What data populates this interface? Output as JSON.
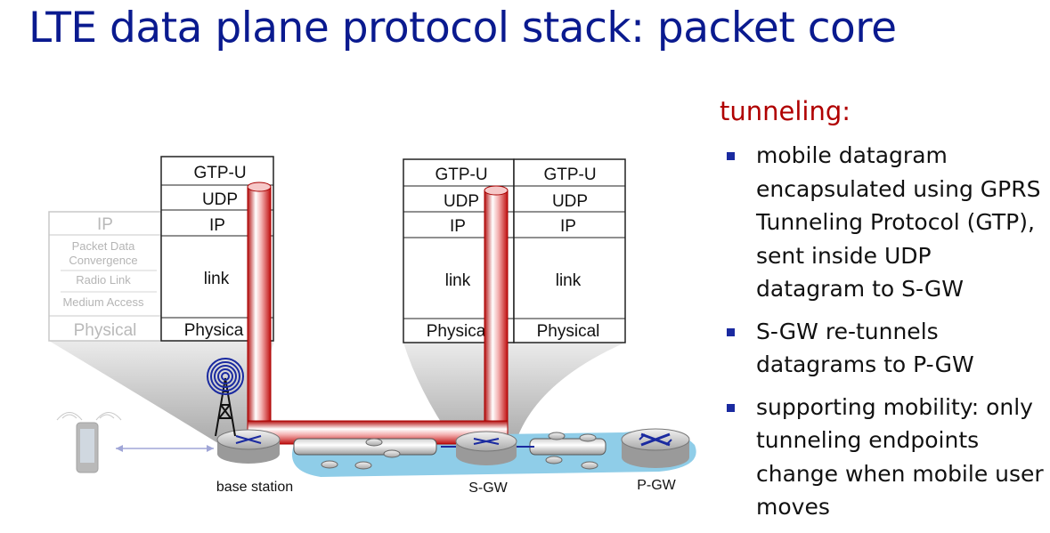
{
  "title": "LTE data plane protocol stack:  packet core",
  "sidebar": {
    "heading": "tunneling:",
    "bullets": [
      "mobile datagram encapsulated using GPRS Tunneling Protocol (GTP), sent inside UDP datagram to S-GW",
      "S-GW re-tunnels datagrams to P-GW",
      "supporting mobility: only tunneling endpoints change when mobile user moves"
    ]
  },
  "ghost_stack": {
    "ip": "IP",
    "pdc": "Packet Data\nConvergence",
    "pdc_line1": "Packet Data",
    "pdc_line2": "Convergence",
    "radio_link": "Radio Link",
    "medium_access": "Medium Access",
    "physical": "Physical"
  },
  "base_stack": {
    "gtp": "GTP-U",
    "udp": "UDP",
    "ip": "IP",
    "link": "link",
    "phys": "Physica"
  },
  "sgw_left_stack": {
    "gtp": "GTP-U",
    "udp": "UDP",
    "ip": "IP",
    "link": "link",
    "phys": "Physica"
  },
  "sgw_right_stack": {
    "gtp": "GTP-U",
    "udp": "UDP",
    "ip": "IP",
    "link": "link",
    "phys": "Physical"
  },
  "labels": {
    "base_station": "base station",
    "sgw": "S-GW",
    "pgw": "P-GW"
  },
  "colors": {
    "title": "#0a1a8f",
    "tunnel": "#d01818",
    "heading": "#b00000",
    "cloud": "#8fcde8",
    "bullet": "#1a2aa0"
  }
}
